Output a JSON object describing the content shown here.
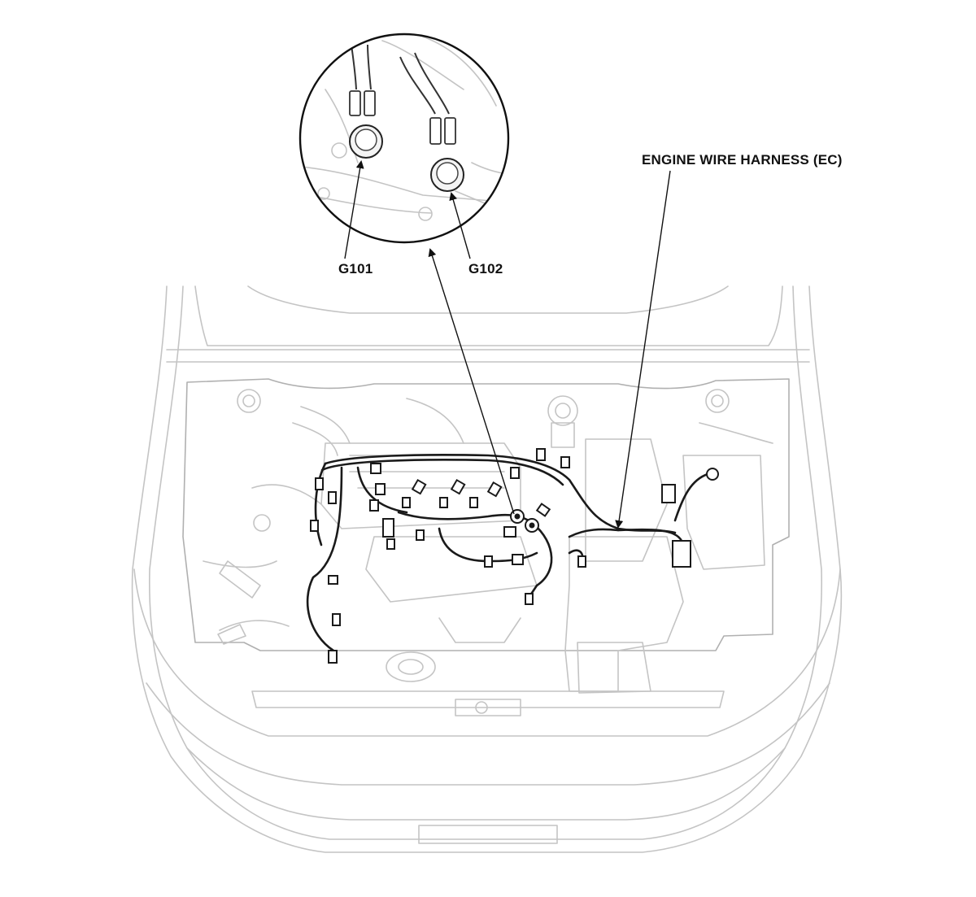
{
  "labels": {
    "harness": "ENGINE WIRE HARNESS (EC)",
    "g101": "G101",
    "g102": "G102"
  }
}
